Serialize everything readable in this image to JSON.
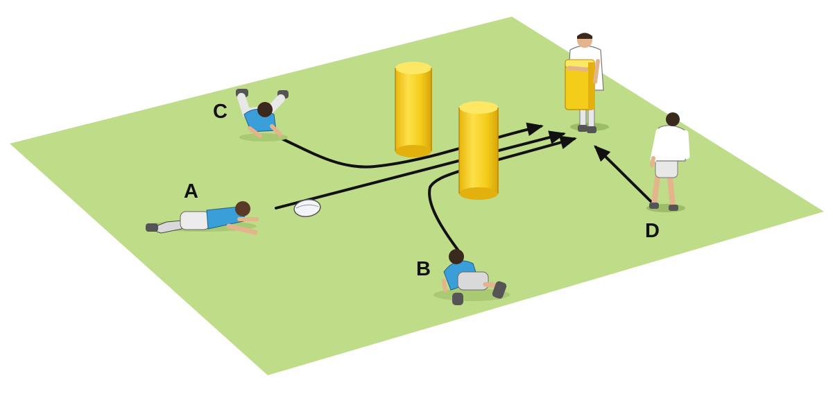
{
  "colors": {
    "pitch": "#bfdc88",
    "tackle_bag": "#f7d21c",
    "team_shirt": "#3a9fd8",
    "opponent_shirt": "#ffffff",
    "arrow": "#111111"
  },
  "players": [
    {
      "label": "A",
      "team": "blue",
      "pose": "lying-prone"
    },
    {
      "label": "B",
      "team": "blue",
      "pose": "crouching-on-ground"
    },
    {
      "label": "C",
      "team": "blue",
      "pose": "diving"
    },
    {
      "label": "D",
      "team": "white",
      "pose": "standing"
    }
  ],
  "equipment": [
    {
      "type": "ball",
      "icon": "rugby-ball-icon"
    },
    {
      "type": "tackle-bag",
      "icon": "tackle-bag-icon",
      "count": 2
    },
    {
      "type": "hit-shield",
      "icon": "hit-shield-icon",
      "count": 1
    }
  ],
  "runs": [
    {
      "from": "C",
      "to": "shield-holder",
      "shape": "curved"
    },
    {
      "from": "A",
      "to": "shield-holder",
      "shape": "straight"
    },
    {
      "from": "B",
      "to": "shield-holder",
      "shape": "curved"
    },
    {
      "from": "D",
      "to": "shield-holder",
      "shape": "straight"
    }
  ]
}
